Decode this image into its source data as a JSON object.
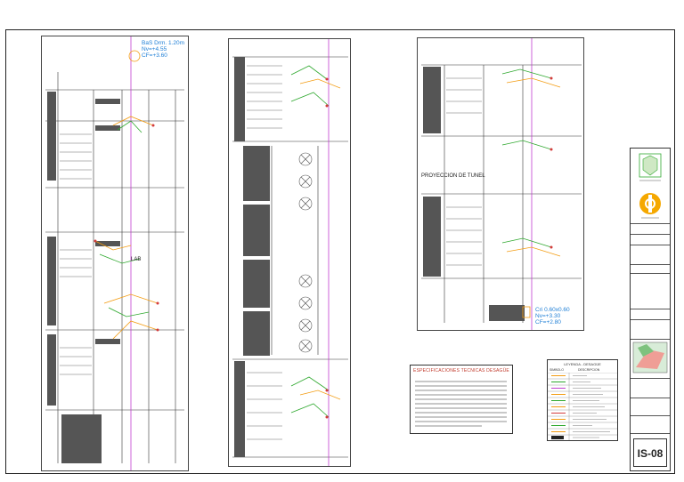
{
  "sheets": {
    "left": {
      "callout": {
        "line1": "BaS Drm. 1.20m",
        "line2": "Nv=+4.55",
        "line3": "CF=+3.60"
      },
      "room_label": "LAB"
    },
    "right": {
      "room_label": "PROYECCION DE TUNEL",
      "callout": {
        "line1": "Cri 0.60x0.60",
        "line2": "Nv=+3.30",
        "line3": "CF=+2.80"
      }
    }
  },
  "spec_box": {
    "title": "ESPECIFICACIONES TECNICAS DESAGÜE"
  },
  "legend_box": {
    "title": "LEYENDA - DESAGÜE",
    "col1": "SIMBOLO",
    "col2": "DESCRIPCION"
  },
  "title_block": {
    "sheet_code": "IS-08"
  },
  "colors": {
    "pipe_magenta": "#c03ccf",
    "pipe_green": "#2ea82e",
    "pipe_orange": "#f39c12",
    "pipe_red": "#d43b3b",
    "label_blue": "#1f7fd6",
    "logo_orange": "#f5a800"
  },
  "icons": {
    "logo": "cp-logo-icon",
    "keymap": "keymap-icon"
  }
}
